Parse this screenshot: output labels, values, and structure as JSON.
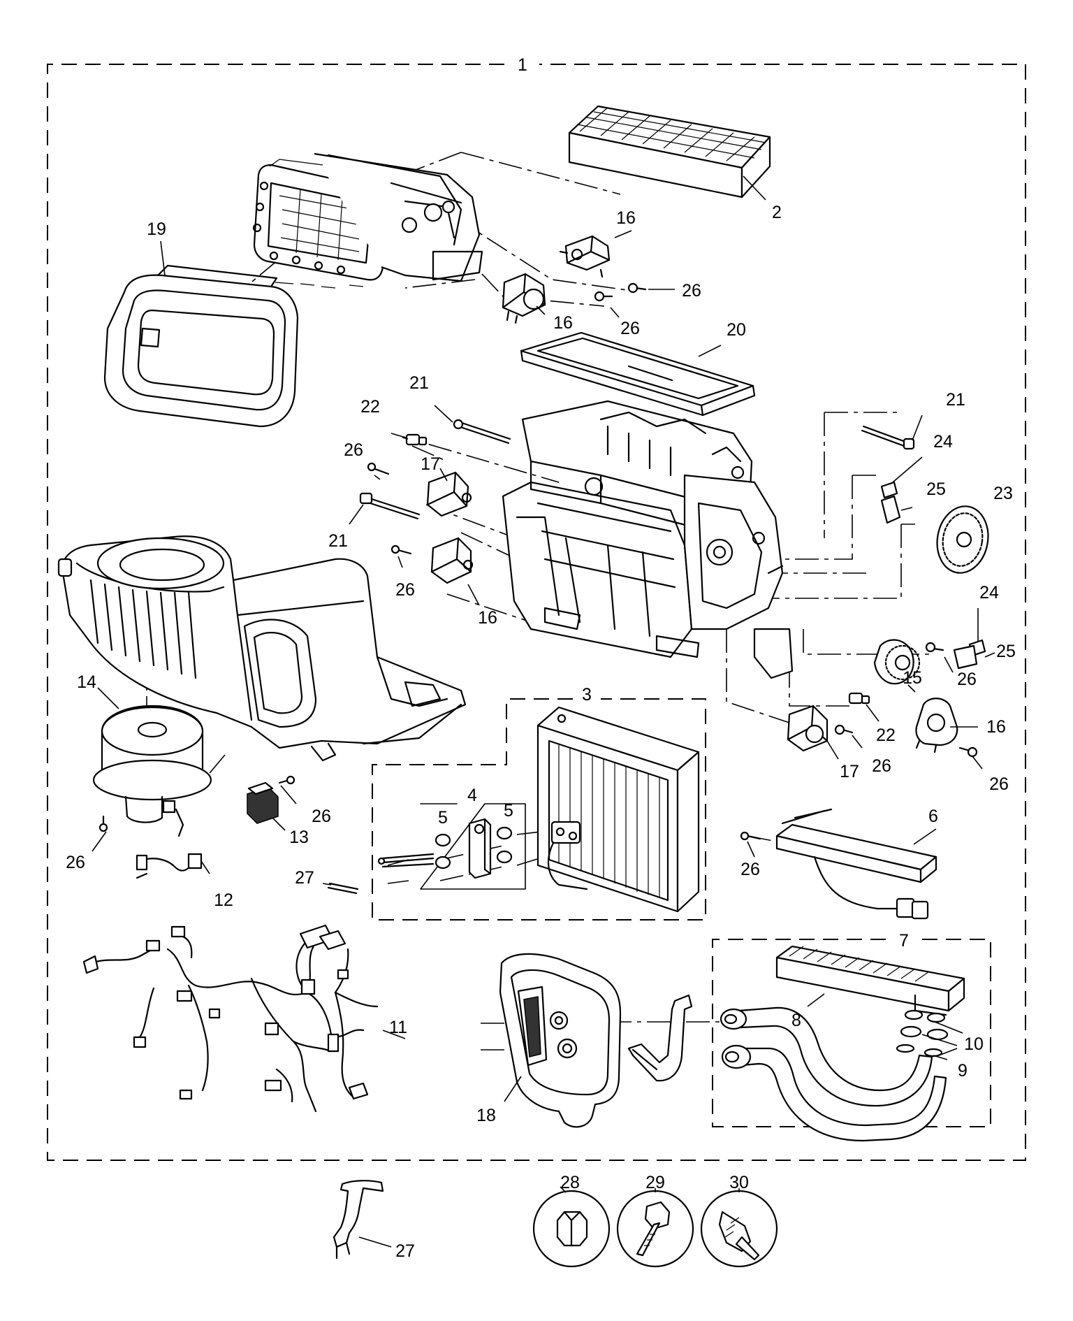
{
  "callouts": {
    "c1": "1",
    "c2": "2",
    "c3": "3",
    "c4": "4",
    "c5a": "5",
    "c5b": "5",
    "c6": "6",
    "c7": "7",
    "c8": "8",
    "c9": "9",
    "c10": "10",
    "c11": "11",
    "c12": "12",
    "c13": "13",
    "c14": "14",
    "c15": "15",
    "c16a": "16",
    "c16b": "16",
    "c16c": "16",
    "c16d": "16",
    "c17a": "17",
    "c17b": "17",
    "c18": "18",
    "c19": "19",
    "c20": "20",
    "c21a": "21",
    "c21b": "21",
    "c21c": "21",
    "c22a": "22",
    "c22b": "22",
    "c23": "23",
    "c24a": "24",
    "c24b": "24",
    "c25a": "25",
    "c25b": "25",
    "c26a": "26",
    "c26b": "26",
    "c26c": "26",
    "c26d": "26",
    "c26e": "26",
    "c26f": "26",
    "c26g": "26",
    "c26h": "26",
    "c26i": "26",
    "c27a": "27",
    "c27b": "27",
    "c28": "28",
    "c29": "29",
    "c30": "30"
  }
}
